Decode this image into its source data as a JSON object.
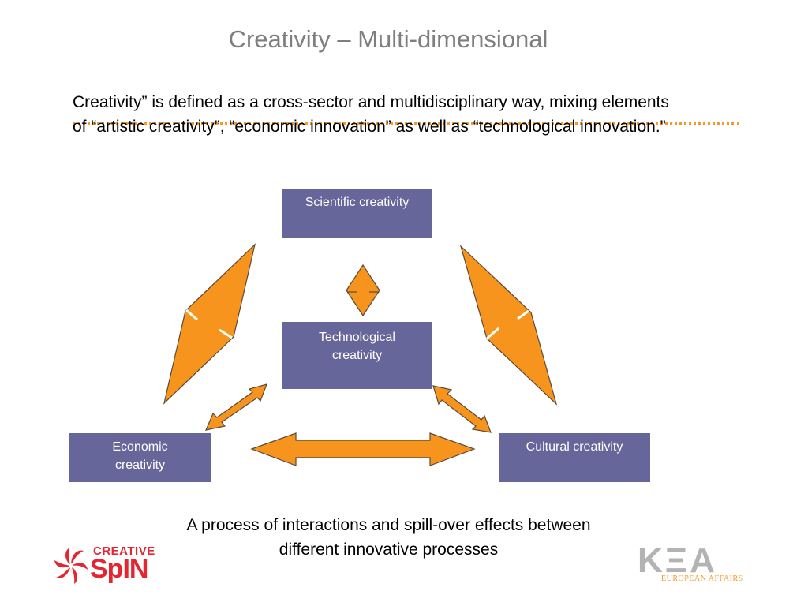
{
  "slide": {
    "title": "Creativity – Multi-dimensional",
    "intro": "Creativity” is defined as a cross-sector and multidisciplinary way, mixing elements of “artistic creativity”, “economic innovation” as well as “technological innovation.”",
    "caption_line1": "A process of interactions and spill-over effects between",
    "caption_line2": "different innovative processes"
  },
  "diagram": {
    "nodes": {
      "scientific": "Scientific creativity",
      "technological_line1": "Technological",
      "technological_line2": "creativity",
      "economic_line1": "Economic",
      "economic_line2": "creativity",
      "cultural": "Cultural creativity"
    }
  },
  "logos": {
    "creative_spin_top": "CREATIVE",
    "creative_spin_bottom": "SpIN",
    "kea": "KΞA",
    "kea_subtitle": "EUROPEAN AFFAIRS"
  },
  "colors": {
    "box_fill": "#66669a",
    "arrow_fill": "#f7941d",
    "title_text": "#7f7f7f",
    "dotted_rule": "#f39a2a",
    "spin_red": "#e3262f",
    "kea_grey": "#b3b3b3"
  }
}
